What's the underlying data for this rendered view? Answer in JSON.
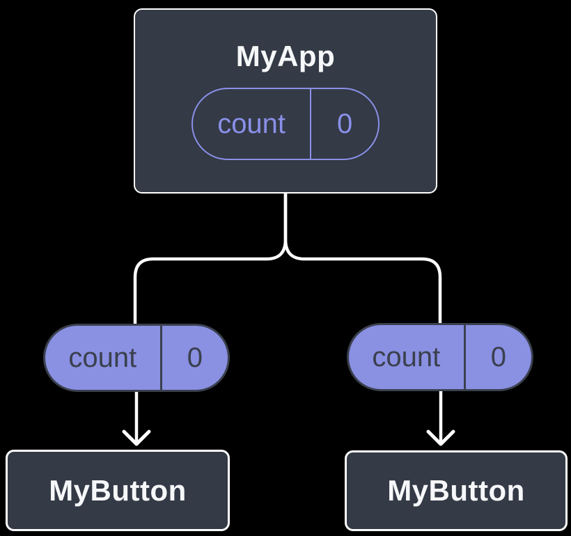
{
  "background": "#000000",
  "colors": {
    "node_fill": "#343a46",
    "node_border": "#ffffff",
    "prop_pill_fill": "#8a90e2",
    "state_pill_outline": "#8a90e8",
    "pill_dark_text": "#3a404d",
    "title_text": "#f6f7f9",
    "connector": "#ffffff"
  },
  "root_component": {
    "title": "MyApp",
    "state": {
      "name": "count",
      "value": "0"
    }
  },
  "left_branch": {
    "prop": {
      "name": "count",
      "value": "0"
    },
    "component": {
      "title": "MyButton"
    }
  },
  "right_branch": {
    "prop": {
      "name": "count",
      "value": "0"
    },
    "component": {
      "title": "MyButton"
    }
  }
}
